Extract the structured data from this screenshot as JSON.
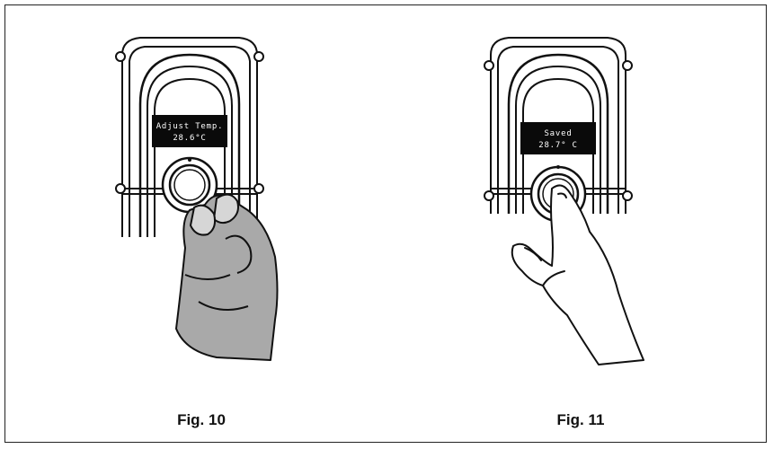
{
  "figures": [
    {
      "caption": "Fig. 10",
      "display_line1": "Adjust Temp.",
      "display_line2": "28.6°C",
      "gesture": "rotate-knob"
    },
    {
      "caption": "Fig. 11",
      "display_line1": "Saved",
      "display_line2": "28.7° C",
      "gesture": "press-knob"
    }
  ],
  "colors": {
    "outline": "#111111",
    "display_bg": "#0a0a0a",
    "hand_shade": "#a9a9a9",
    "hand_light": "#d6d6d6"
  }
}
